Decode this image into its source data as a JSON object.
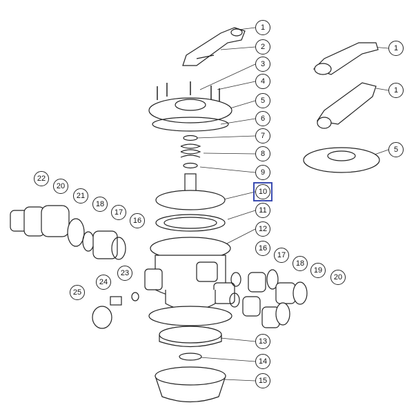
{
  "diagram": {
    "highlight_color": "#3a4bb0",
    "callouts": [
      {
        "id": "c1",
        "label": "1"
      },
      {
        "id": "c2",
        "label": "2"
      },
      {
        "id": "c3",
        "label": "3"
      },
      {
        "id": "c4",
        "label": "4"
      },
      {
        "id": "c5",
        "label": "5"
      },
      {
        "id": "c6",
        "label": "6"
      },
      {
        "id": "c7",
        "label": "7"
      },
      {
        "id": "c8",
        "label": "8"
      },
      {
        "id": "c9",
        "label": "9"
      },
      {
        "id": "c10",
        "label": "10"
      },
      {
        "id": "c11",
        "label": "11"
      },
      {
        "id": "c12",
        "label": "12"
      },
      {
        "id": "c13",
        "label": "13"
      },
      {
        "id": "c14",
        "label": "14"
      },
      {
        "id": "c15",
        "label": "15"
      },
      {
        "id": "r1a",
        "label": "1"
      },
      {
        "id": "r1b",
        "label": "1"
      },
      {
        "id": "r5",
        "label": "5"
      },
      {
        "id": "l22",
        "label": "22"
      },
      {
        "id": "l20",
        "label": "20"
      },
      {
        "id": "l21",
        "label": "21"
      },
      {
        "id": "l18",
        "label": "18"
      },
      {
        "id": "l17",
        "label": "17"
      },
      {
        "id": "l16",
        "label": "16"
      },
      {
        "id": "m16",
        "label": "16"
      },
      {
        "id": "m17",
        "label": "17"
      },
      {
        "id": "m18",
        "label": "18"
      },
      {
        "id": "m19",
        "label": "19"
      },
      {
        "id": "m20",
        "label": "20"
      },
      {
        "id": "b23",
        "label": "23"
      },
      {
        "id": "b24",
        "label": "24"
      },
      {
        "id": "b25",
        "label": "25"
      }
    ],
    "highlighted_callout": "10"
  }
}
